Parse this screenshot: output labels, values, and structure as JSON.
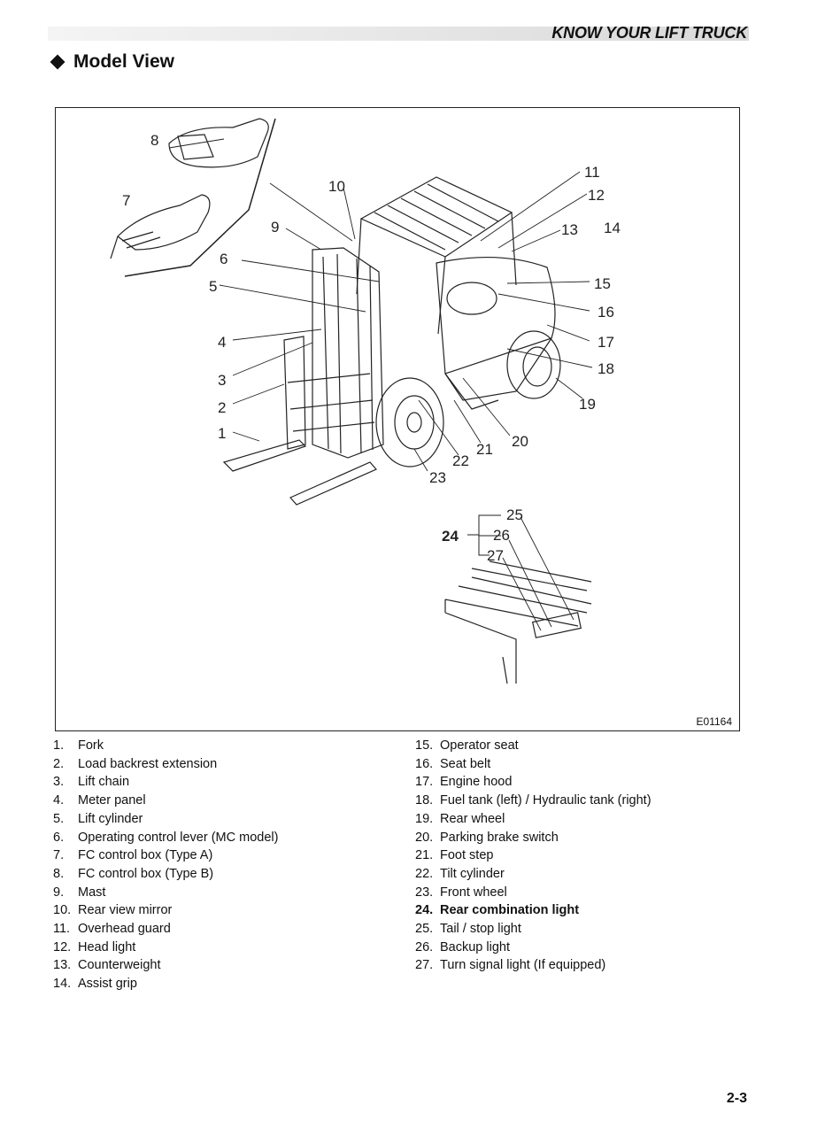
{
  "header": {
    "title": "KNOW YOUR LIFT TRUCK"
  },
  "section": {
    "title": "Model View"
  },
  "figure": {
    "code": "E01164",
    "callouts": [
      "1",
      "2",
      "3",
      "4",
      "5",
      "6",
      "7",
      "8",
      "9",
      "10",
      "11",
      "12",
      "13",
      "14",
      "15",
      "16",
      "17",
      "18",
      "19",
      "20",
      "21",
      "22",
      "23",
      "24",
      "25",
      "26",
      "27"
    ]
  },
  "parts_left": [
    {
      "num": "1.",
      "label": "Fork"
    },
    {
      "num": "2.",
      "label": "Load backrest extension"
    },
    {
      "num": "3.",
      "label": "Lift chain"
    },
    {
      "num": "4.",
      "label": "Meter panel"
    },
    {
      "num": "5.",
      "label": "Lift cylinder"
    },
    {
      "num": "6.",
      "label": "Operating control lever (MC model)"
    },
    {
      "num": "7.",
      "label": "FC control box (Type A)"
    },
    {
      "num": "8.",
      "label": "FC control box (Type B)"
    },
    {
      "num": "9.",
      "label": "Mast"
    },
    {
      "num": "10.",
      "label": "Rear view mirror"
    },
    {
      "num": "11.",
      "label": "Overhead guard"
    },
    {
      "num": "12.",
      "label": "Head light"
    },
    {
      "num": "13.",
      "label": "Counterweight"
    },
    {
      "num": "14.",
      "label": "Assist grip"
    }
  ],
  "parts_right": [
    {
      "num": "15.",
      "label": "Operator seat"
    },
    {
      "num": "16.",
      "label": "Seat belt"
    },
    {
      "num": "17.",
      "label": "Engine hood"
    },
    {
      "num": "18.",
      "label": "Fuel tank (left) / Hydraulic tank (right)"
    },
    {
      "num": "19.",
      "label": "Rear wheel"
    },
    {
      "num": "20.",
      "label": "Parking brake switch"
    },
    {
      "num": "21.",
      "label": "Foot step"
    },
    {
      "num": "22.",
      "label": "Tilt cylinder"
    },
    {
      "num": "23.",
      "label": "Front wheel"
    },
    {
      "num": "24.",
      "label": "Rear combination light"
    },
    {
      "num": "25.",
      "label": "Tail / stop light"
    },
    {
      "num": "26.",
      "label": "Backup light"
    },
    {
      "num": "27.",
      "label": "Turn signal light (If equipped)"
    }
  ],
  "page": {
    "number": "2-3"
  }
}
